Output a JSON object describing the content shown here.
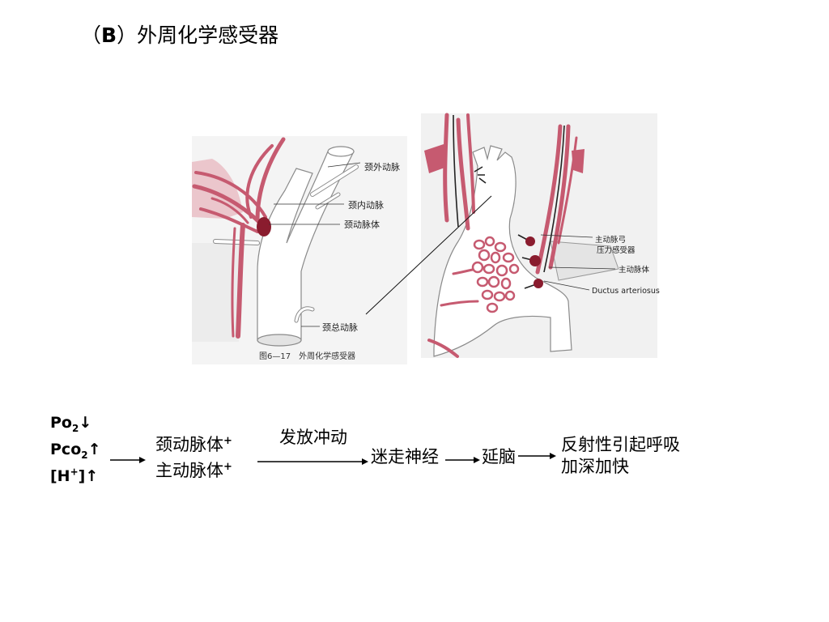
{
  "title": {
    "open": "（",
    "letter": "B",
    "rest": "）外周化学感受器"
  },
  "figure": {
    "carotid": {
      "external": "颈外动脉",
      "internal": "颈内动脉",
      "body": "颈动脉体",
      "common": "颈总动脉"
    },
    "aortic": {
      "arch": "主动脉弓",
      "baroreceptor": "压力感受器",
      "body": "主动脉体",
      "ductus": "Ductus arteriosus"
    },
    "caption": "图6—17　外周化学感受器"
  },
  "flow": {
    "stimuli": [
      {
        "base": "Po",
        "sub": "2",
        "suffix": "↓"
      },
      {
        "base": "Pco",
        "sub": "2",
        "suffix": "↑"
      },
      {
        "base": "[H",
        "sup": "+",
        "suffix": "]↑"
      }
    ],
    "receptors": [
      {
        "text": "颈动脉体",
        "sup": "+"
      },
      {
        "text": "主动脉体",
        "sup": "+"
      }
    ],
    "impulse_label": "发放冲动",
    "nerve": "迷走神经",
    "center": "延脑",
    "result": [
      "反射性引起呼吸",
      "加深加快"
    ]
  },
  "colors": {
    "vessel": "#c65a70",
    "body": "#8a1c2e"
  }
}
